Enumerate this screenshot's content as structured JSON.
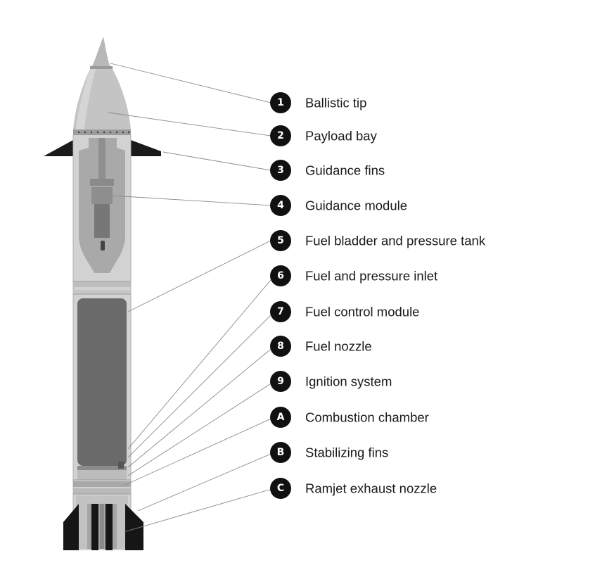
{
  "colors": {
    "body_light": "#d0d0d0",
    "body_mid": "#b4b4b4",
    "tank": "#6a6a6a",
    "fins": "#1a1a1a",
    "badge": "#111111",
    "leader_line": "#8a8a8a"
  },
  "callouts": [
    {
      "id": "1",
      "label": "Ballistic tip"
    },
    {
      "id": "2",
      "label": "Payload bay"
    },
    {
      "id": "3",
      "label": "Guidance fins"
    },
    {
      "id": "4",
      "label": "Guidance module"
    },
    {
      "id": "5",
      "label": "Fuel bladder and pressure tank"
    },
    {
      "id": "6",
      "label": "Fuel and pressure inlet"
    },
    {
      "id": "7",
      "label": "Fuel control module"
    },
    {
      "id": "8",
      "label": "Fuel nozzle"
    },
    {
      "id": "9",
      "label": "Ignition system"
    },
    {
      "id": "A",
      "label": "Combustion chamber"
    },
    {
      "id": "B",
      "label": "Stabilizing fins"
    },
    {
      "id": "C",
      "label": "Ramjet exhaust nozzle"
    }
  ]
}
